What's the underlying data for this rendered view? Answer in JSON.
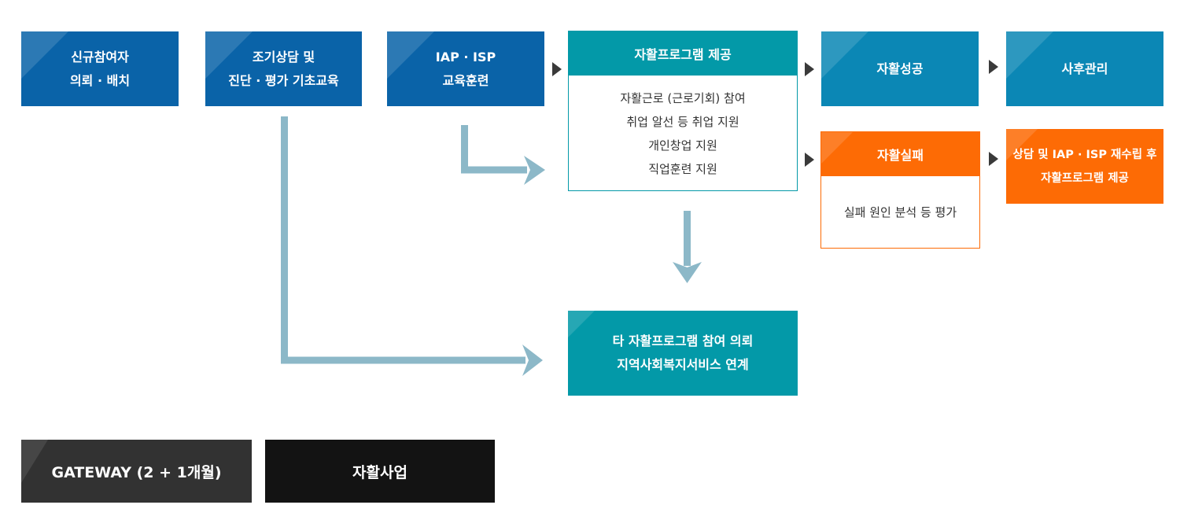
{
  "colors": {
    "gateway_blue": "#0a63a8",
    "success_blue": "#0b87b5",
    "program_teal": "#0399a8",
    "failure_orange": "#fd6b05",
    "connector": "#8cb8c8",
    "pointer": "#3a3a3a",
    "gateway_legend": "#323232",
    "project_legend": "#131313"
  },
  "gateway_steps": [
    {
      "lines": [
        "신규참여자",
        "의뢰 · 배치"
      ]
    },
    {
      "lines": [
        "조기상담 및",
        "진단 · 평가 기초교육"
      ]
    },
    {
      "lines": [
        "IAP · ISP",
        "교육훈련"
      ]
    }
  ],
  "program_card": {
    "title": "자활프로그램 제공",
    "items": [
      "자활근로 (근로기회) 참여",
      "취업 알선 등 취업 지원",
      "개인창업 지원",
      "직업훈련 지원"
    ]
  },
  "success": {
    "label": "자활성공"
  },
  "aftercare": {
    "label": "사후관리"
  },
  "failure_card": {
    "title": "자활실패",
    "body": "실패 원인 분석 등 평가"
  },
  "replan": {
    "lines": [
      "상담 및 IAP · ISP 재수립 후",
      "자활프로그램 제공"
    ]
  },
  "referral": {
    "lines": [
      "타 자활프로그램 참여 의뢰",
      "지역사회복지서비스 연계"
    ]
  },
  "legend": {
    "gateway": "GATEWAY (2 + 1개월)",
    "project": "자활사업"
  }
}
